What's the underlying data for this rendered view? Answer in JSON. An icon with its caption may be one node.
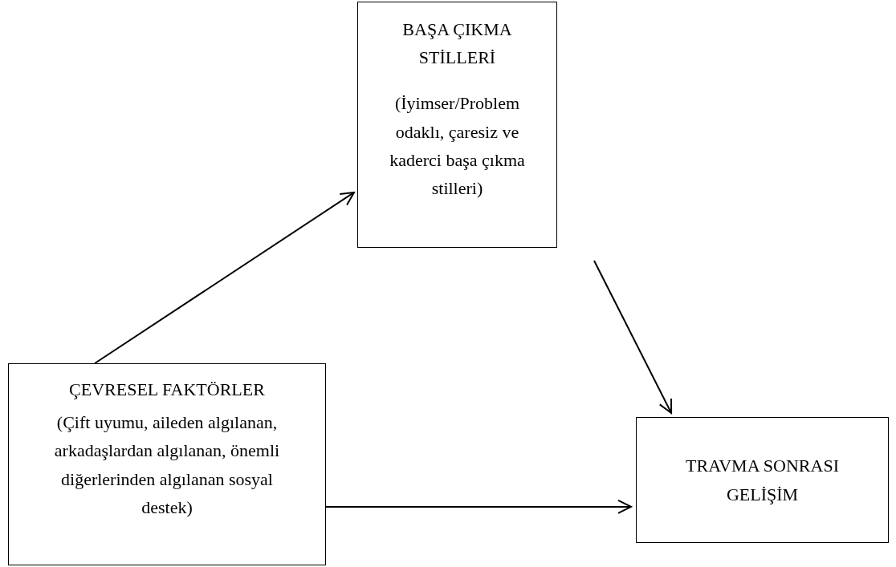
{
  "diagram": {
    "nodes": [
      {
        "text": [
          "BAŞA ÇIKMA STİLLERİ",
          "(İyimser/Problem odaklı, çaresiz ve kaderci başa çıkma stilleri)"
        ]
      },
      {
        "text": [
          "ÇEVRESEL FAKTÖRLER",
          "(Çift uyumu, aileden algılanan, arkadaşlardan algılanan, önemli diğerlerinden algılanan sosyal destek)"
        ]
      },
      {
        "text": [
          "TRAVMA SONRASI GELİŞİM"
        ]
      }
    ],
    "edges": [
      {
        "from": 1,
        "to": 0,
        "arrow": "to"
      },
      {
        "from": 0,
        "to": 2,
        "arrow": "to"
      },
      {
        "from": 1,
        "to": 2,
        "arrow": "to"
      }
    ]
  }
}
